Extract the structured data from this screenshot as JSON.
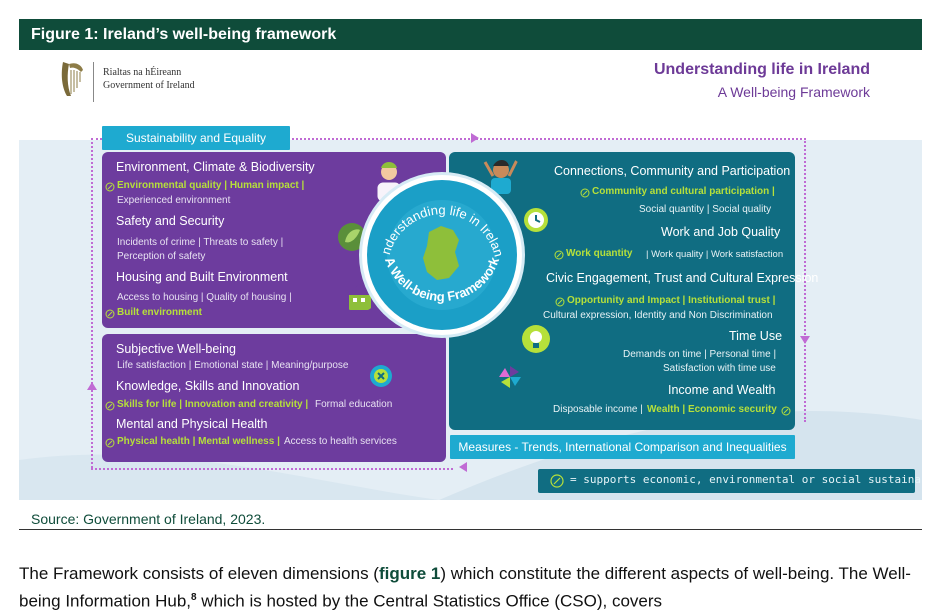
{
  "figure": {
    "title": "Figure 1: Ireland’s well-being framework"
  },
  "government": {
    "irish": "Rialtas na hÉireann",
    "english": "Government of Ireland"
  },
  "framework": {
    "title": "Understanding life in Ireland",
    "subtitle": "A Well-being Framework"
  },
  "sustainability_label": "Sustainability and Equality",
  "measures_label": "Measures - Trends, International Comparison and Inequalities",
  "center": {
    "line1": "Understanding life in Ireland",
    "line2": "A Well-being Framework"
  },
  "environment_panel": {
    "env_heading": "Environment, Climate & Biodiversity",
    "env_green": "Environmental quality | Human impact |",
    "env_detail": "Experienced environment",
    "safety_heading": "Safety and Security",
    "safety_detail_1": "Incidents of crime | Threats to safety |",
    "safety_detail_2": "Perception of safety",
    "housing_heading": "Housing and Built Environment",
    "housing_detail": "Access to housing | Quality of housing |",
    "housing_green": "Built environment"
  },
  "subjective_panel": {
    "sub_heading": "Subjective Well-being",
    "sub_detail": "Life satisfaction | Emotional state | Meaning/purpose",
    "know_heading": "Knowledge, Skills and Innovation",
    "know_green": "Skills for life | Innovation and creativity |",
    "know_detail": "Formal education",
    "mental_heading": "Mental and Physical Health",
    "mental_green": "Physical health | Mental wellness |",
    "mental_detail": "Access to health services"
  },
  "connections_panel": {
    "con_heading": "Connections, Community and Participation",
    "con_green": "Community and cultural participation |",
    "con_detail": "Social quantity | Social quality",
    "work_heading": "Work and Job Quality",
    "work_green": "Work quantity",
    "work_detail": "| Work quality | Work satisfaction",
    "civic_heading": "Civic Engagement, Trust and Cultural Expression",
    "civic_green": "Opportunity and Impact | Institutional trust |",
    "civic_detail": "Cultural expression, Identity and Non Discrimination",
    "time_heading": "Time Use",
    "time_detail_1": "Demands on time | Personal time |",
    "time_detail_2": "Satisfaction with time use",
    "income_heading": "Income and Wealth",
    "income_detail": "Disposable income |",
    "income_green": "Wealth | Economic security"
  },
  "legend": {
    "text": "= supports economic, environmental or social sustainability"
  },
  "source": "Source: Government of Ireland, 2023.",
  "paragraph": {
    "part1": "The Framework consists of eleven dimensions (",
    "figure_ref": "figure 1",
    "part2": ") which constitute the different aspects of well-being.  The Well-being Information Hub,",
    "footnote": "8",
    "part3": " which is hosted by the Central Statistics Office (CSO), covers"
  },
  "colors": {
    "header": "#0f4c3a",
    "purple": "#6d3c9e",
    "teal": "#106d82",
    "cyan": "#1eaad0",
    "green": "#b6e03a"
  }
}
